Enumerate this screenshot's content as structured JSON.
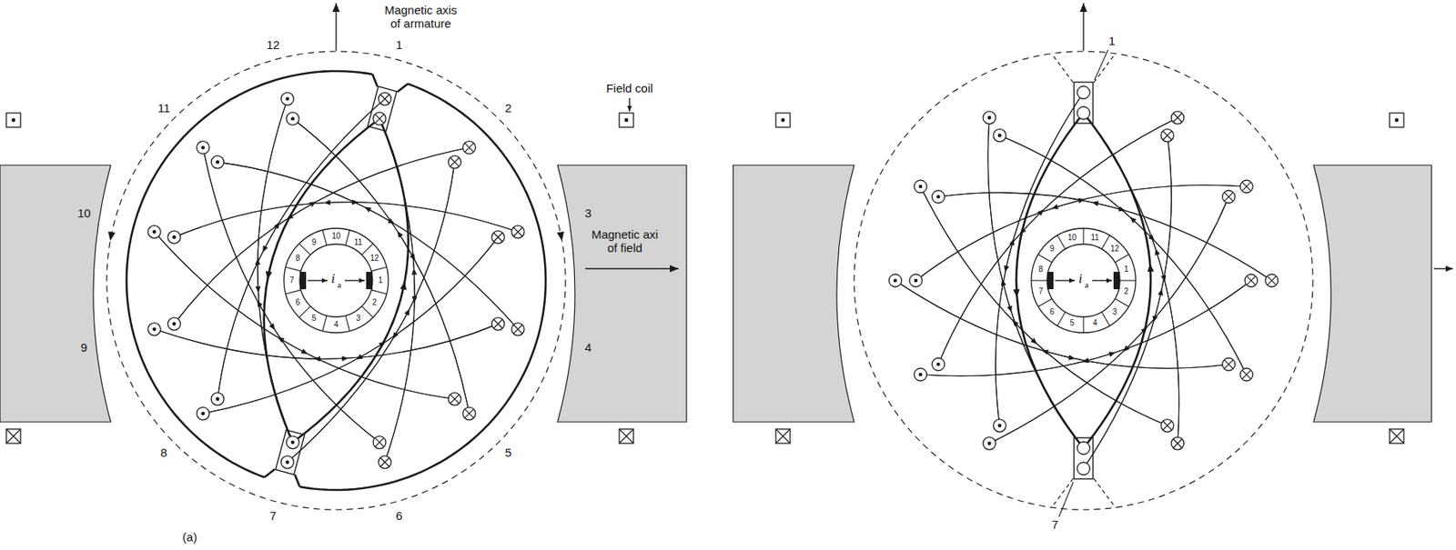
{
  "diagram": {
    "labels": [
      "Magnetic axis of armature",
      "Field coil",
      "Magnetic axi of field",
      "1",
      "2",
      "3",
      "4",
      "5",
      "6",
      "7",
      "8",
      "9",
      "10",
      "11",
      "12",
      "1",
      "2",
      "3",
      "4",
      "5",
      "6",
      "7",
      "8",
      "9",
      "10",
      "11",
      "12",
      "i",
      "a",
      "(a)",
      "1",
      "2",
      "3",
      "4",
      "5",
      "6",
      "7",
      "8",
      "9",
      "10",
      "11",
      "12",
      "i",
      "a",
      "1",
      "7"
    ]
  }
}
